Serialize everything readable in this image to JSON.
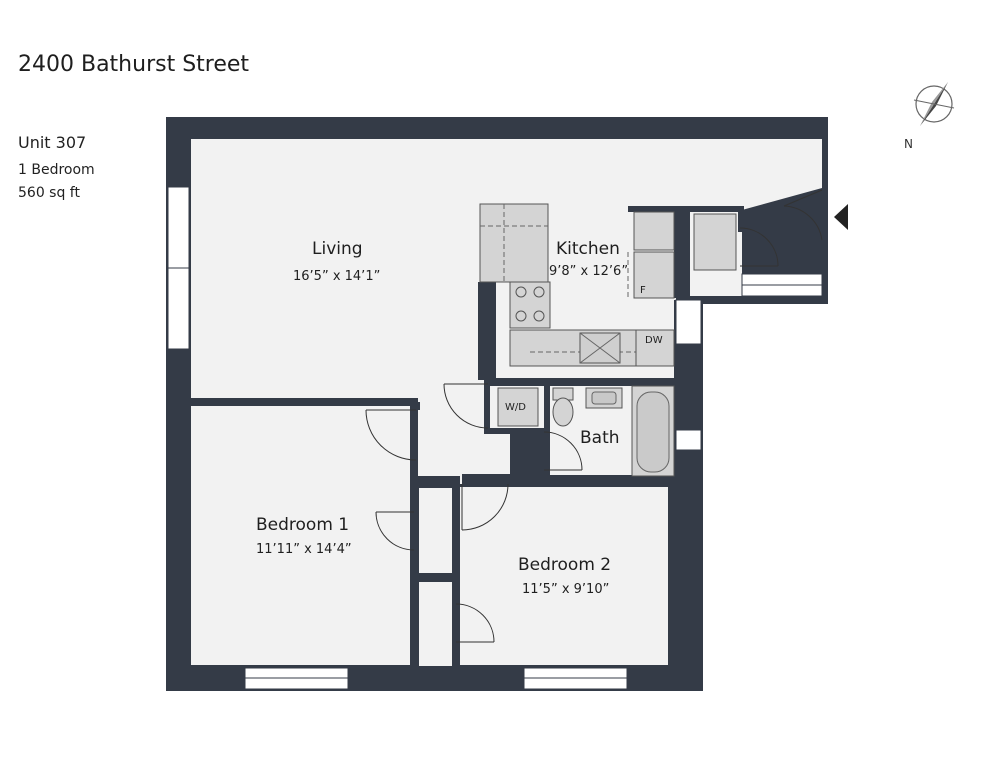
{
  "header": {
    "title": "2400 Bathurst Street",
    "unit": "Unit 307",
    "bedrooms": "1 Bedroom",
    "area": "560 sq ft"
  },
  "rooms": {
    "living": {
      "name": "Living",
      "dims": "16’5” x 14’1”"
    },
    "kitchen": {
      "name": "Kitchen",
      "dims": "9’8” x 12’6”"
    },
    "bath": {
      "name": "Bath"
    },
    "bedroom1": {
      "name": "Bedroom 1",
      "dims": "11’11” x 14’4”"
    },
    "bedroom2": {
      "name": "Bedroom 2",
      "dims": "11’5” x 9’10”"
    }
  },
  "fixtures": {
    "washer_dryer": "W/D",
    "dishwasher": "DW",
    "fridge": "F"
  },
  "compass": {
    "label": "N"
  },
  "colors": {
    "wall": "#343b47",
    "floor": "#f2f2f2",
    "fixture": "#d4d4d4",
    "line": "#333333"
  }
}
